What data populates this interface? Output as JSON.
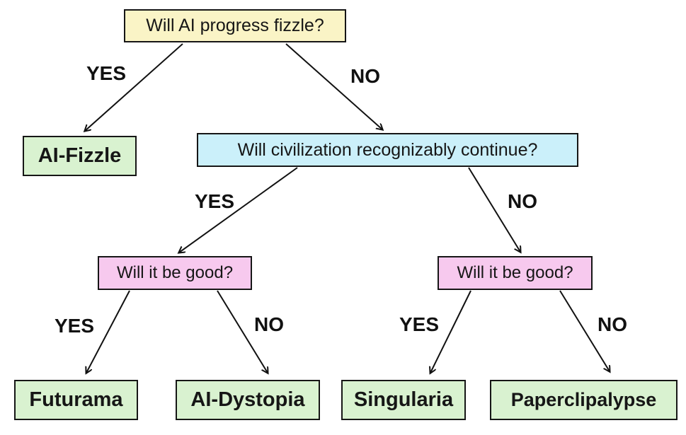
{
  "diagram": {
    "type": "decision-tree",
    "nodes": {
      "root_question": {
        "label": "Will AI progress fizzle?",
        "kind": "question"
      },
      "ai_fizzle": {
        "label": "AI-Fizzle",
        "kind": "outcome"
      },
      "civilization_question": {
        "label": "Will civilization recognizably continue?",
        "kind": "question"
      },
      "good_question_left": {
        "label": "Will it be good?",
        "kind": "question"
      },
      "good_question_right": {
        "label": "Will it be good?",
        "kind": "question"
      },
      "futurama": {
        "label": "Futurama",
        "kind": "outcome"
      },
      "ai_dystopia": {
        "label": "AI-Dystopia",
        "kind": "outcome"
      },
      "singularia": {
        "label": "Singularia",
        "kind": "outcome"
      },
      "paperclipalypse": {
        "label": "Paperclipalypse",
        "kind": "outcome"
      }
    },
    "edge_labels": {
      "root_yes": "YES",
      "root_no": "NO",
      "civ_yes": "YES",
      "civ_no": "NO",
      "left_yes": "YES",
      "left_no": "NO",
      "right_yes": "YES",
      "right_no": "NO"
    },
    "colors": {
      "root_question_fill": "#faf4c6",
      "mid_question_fill": "#cbf0fa",
      "leaf_question_fill": "#f7c9ee",
      "outcome_fill": "#d9f2d0",
      "border": "#161616",
      "arrow": "#111111",
      "background": "#ffffff"
    }
  }
}
